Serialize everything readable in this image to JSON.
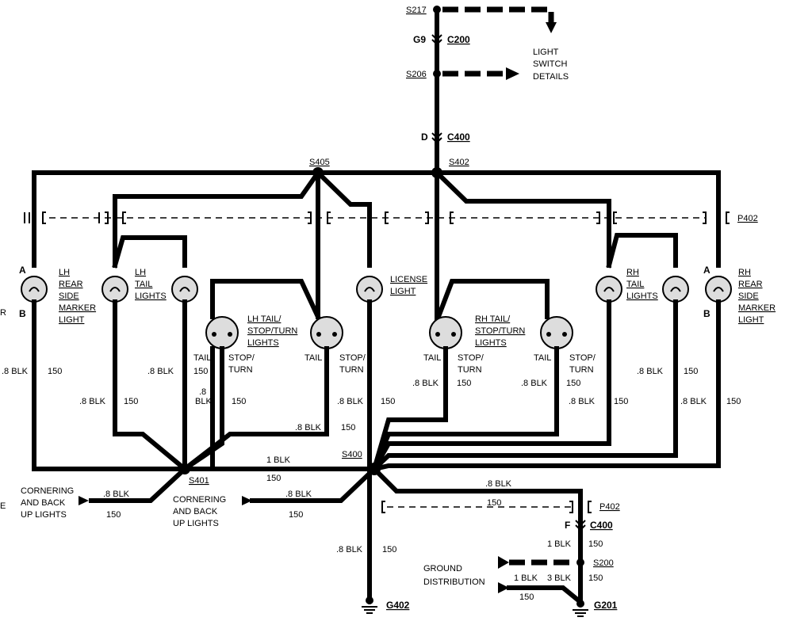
{
  "splices": {
    "s217": "S217",
    "s206": "S206",
    "s405": "S405",
    "s402": "S402",
    "s400": "S400",
    "s401": "S401",
    "s200": "S200"
  },
  "connectors": {
    "g9": "G9",
    "c200": "C200",
    "d": "D",
    "c400_top": "C400",
    "p402_top": "P402",
    "p402_bottom": "P402",
    "f": "F",
    "c400_bottom": "C400"
  },
  "grounds": {
    "g402": "G402",
    "g201": "G201"
  },
  "notes": {
    "light_switch": [
      "LIGHT",
      "SWITCH",
      "DETAILS"
    ],
    "ground_distribution": [
      "GROUND",
      "DISTRIBUTION"
    ],
    "cornering_left": [
      "CORNERING",
      "AND BACK",
      "UP LIGHTS"
    ],
    "cornering_mid": [
      "CORNERING",
      "AND BACK",
      "UP LIGHTS"
    ]
  },
  "lights": {
    "lh_rear_side_marker": [
      "LH",
      "REAR",
      "SIDE",
      "MARKER",
      "LIGHT"
    ],
    "lh_tail": [
      "LH",
      "TAIL",
      "LIGHTS"
    ],
    "lh_tail_stop_turn": [
      "LH TAIL/",
      "STOP/TURN",
      "LIGHTS"
    ],
    "license": [
      "LICENSE",
      "LIGHT"
    ],
    "rh_tail_stop_turn": [
      "RH TAIL/",
      "STOP/TURN",
      "LIGHTS"
    ],
    "rh_tail": [
      "RH",
      "TAIL",
      "LIGHTS"
    ],
    "rh_rear_side_marker": [
      "RH",
      "REAR",
      "SIDE",
      "MARKER",
      "LIGHT"
    ]
  },
  "terminals": {
    "a": "A",
    "b": "B",
    "tail": "TAIL",
    "stop": "STOP/",
    "turn": "TURN",
    "stop_turn_lh": [
      "STOP/",
      "TURN"
    ],
    "stop_turn_lic": [
      "STOP/",
      "TURN"
    ]
  },
  "wire_labels": {
    "blk08": ".8 BLK",
    "blk1": "1 BLK",
    "blk3": "3 BLK",
    "circuit": "150",
    "blk08_split": [
      ".8",
      "BLK"
    ]
  },
  "edge_marks": {
    "left_top": "R",
    "left_bottom": "E"
  }
}
